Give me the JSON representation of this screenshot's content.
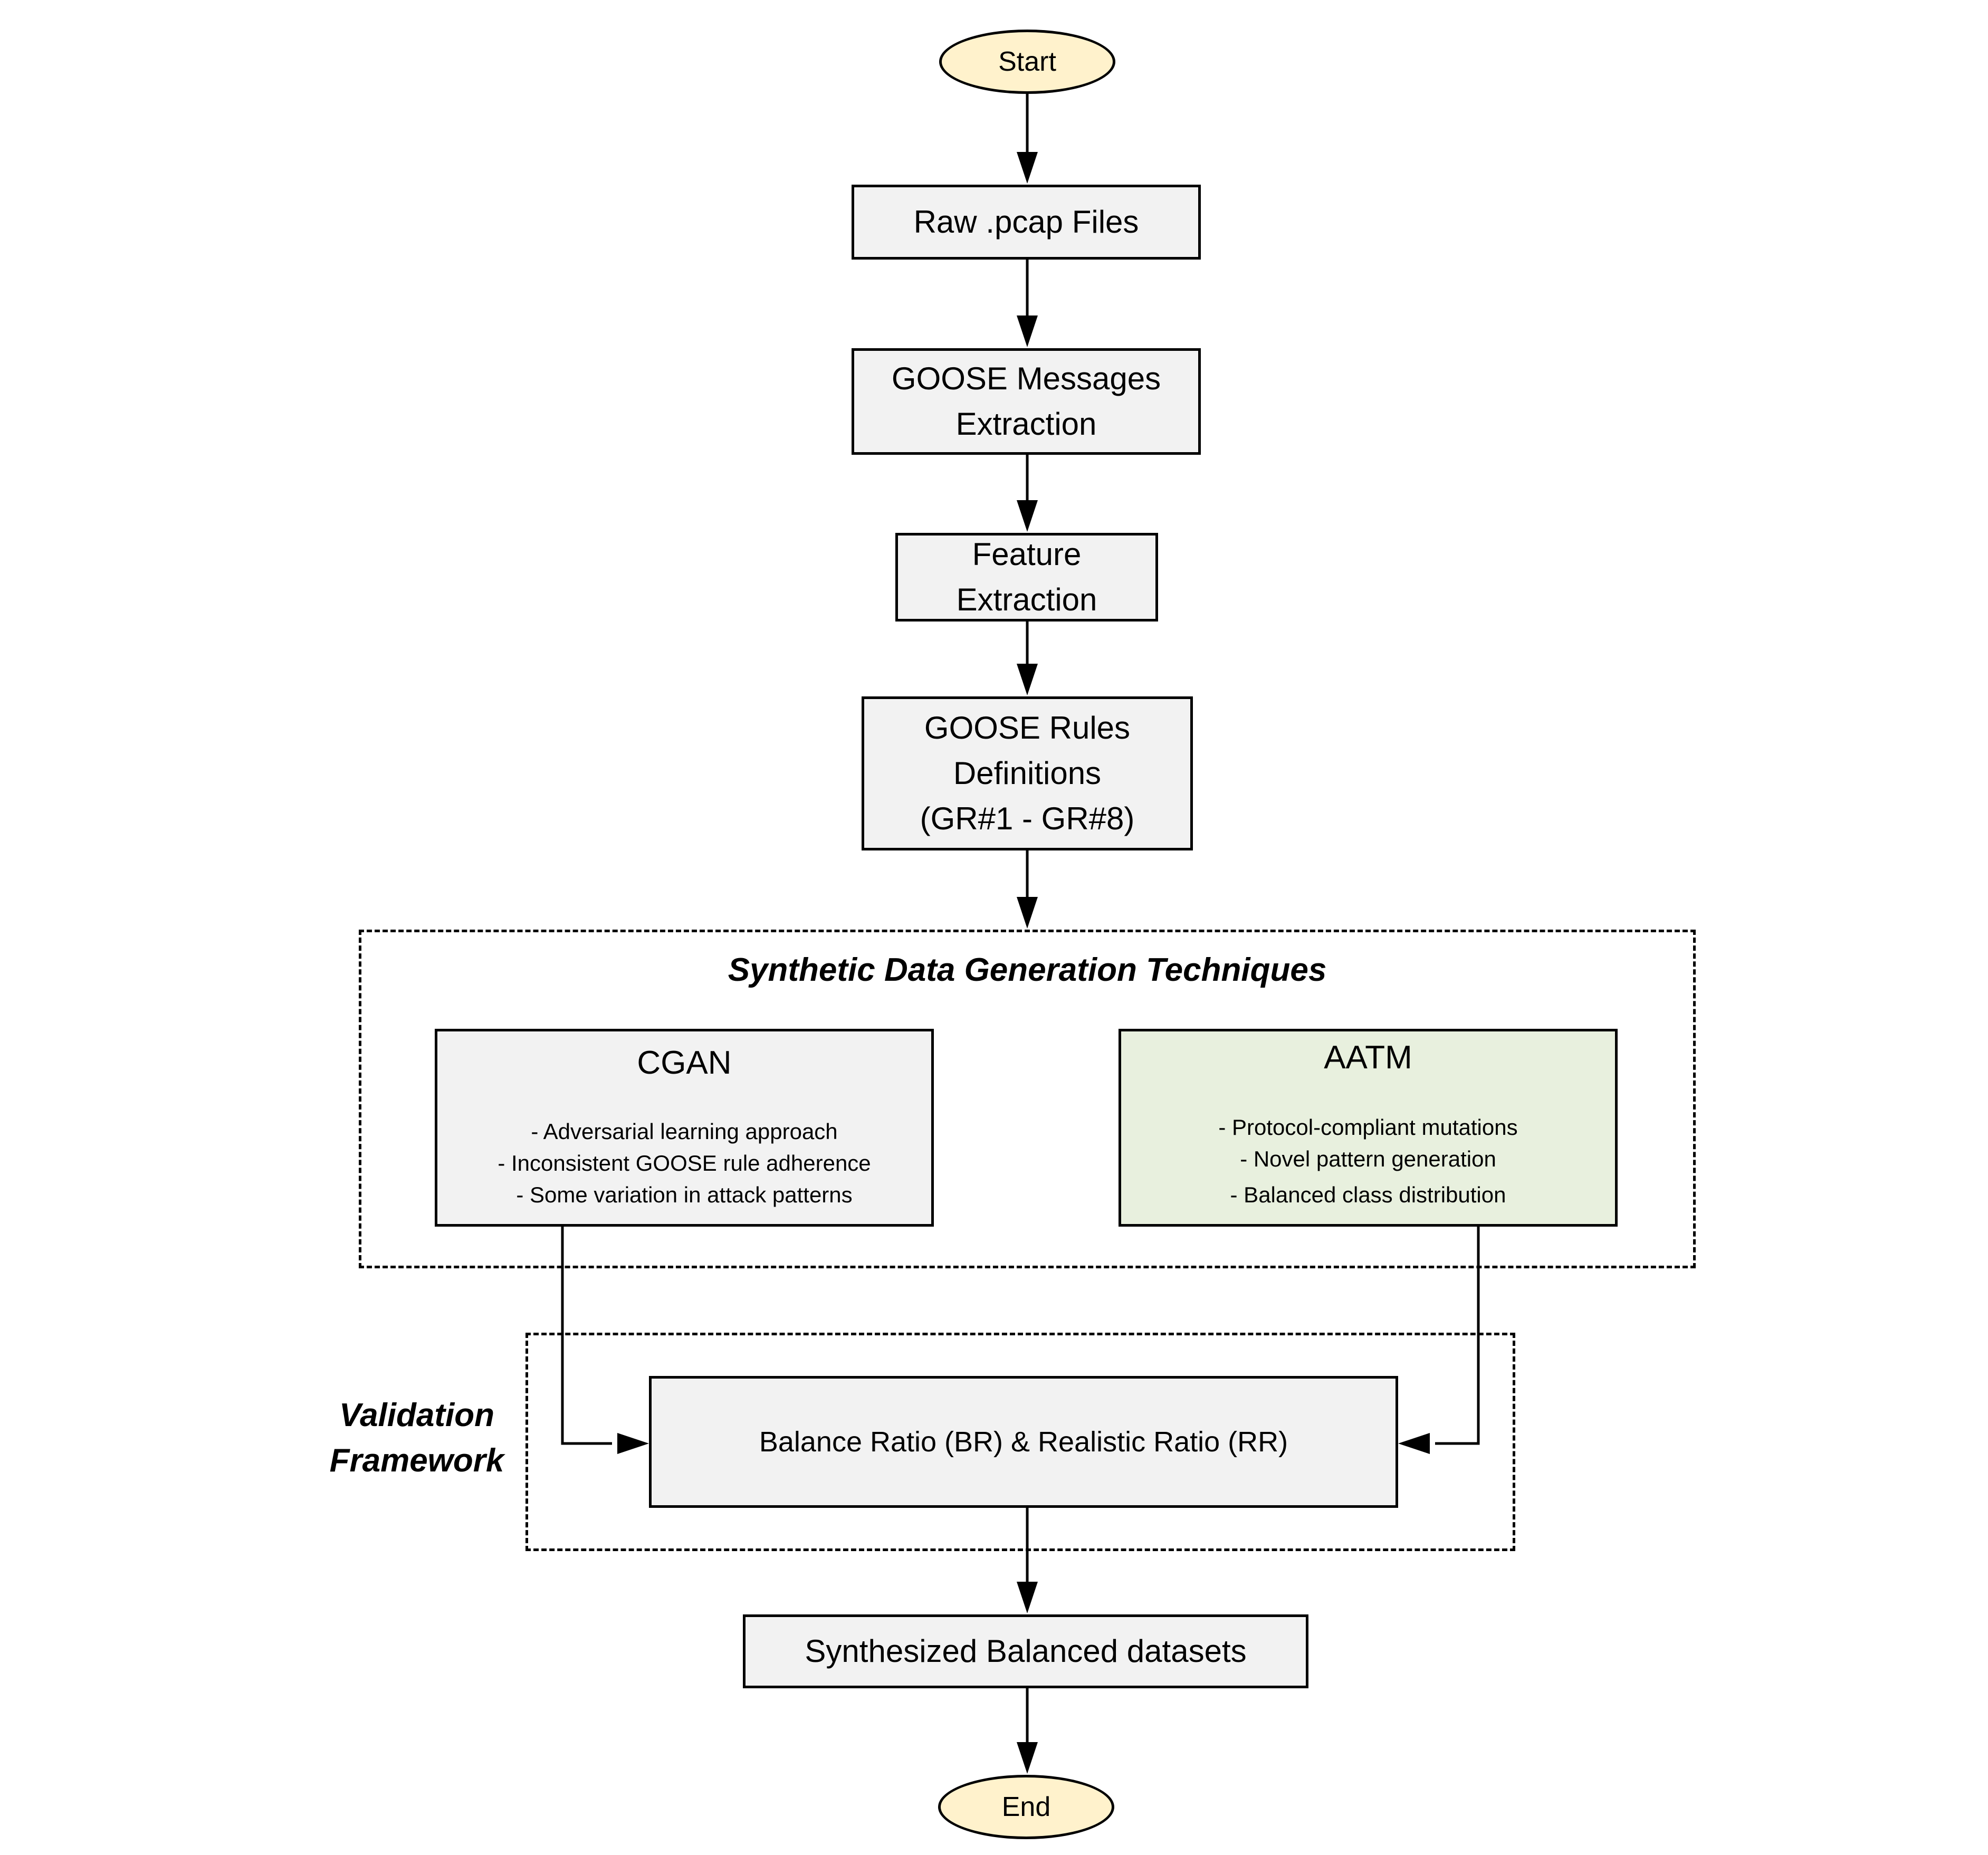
{
  "nodes": {
    "start": "Start",
    "raw": "Raw .pcap Files",
    "goose_extraction": "GOOSE Messages\nExtraction",
    "feature": "Feature\nExtraction",
    "rules": "GOOSE Rules\nDefinitions\n(GR#1 - GR#8)",
    "validation_box": "Balance Ratio (BR) & Realistic Ratio (RR)",
    "synth": "Synthesized Balanced datasets",
    "end": "End"
  },
  "groups": {
    "techniques_title": "Synthetic Data Generation Techniques",
    "validation_title": "Validation\nFramework"
  },
  "cgan": {
    "title": "CGAN",
    "bullets": [
      "- Adversarial learning approach",
      "- Inconsistent GOOSE rule adherence",
      "- Some variation in attack patterns"
    ]
  },
  "aatm": {
    "title": "AATM",
    "bullets": [
      "- Protocol-compliant mutations",
      "- Novel pattern generation",
      "- Balanced class distribution"
    ]
  },
  "colors": {
    "box_fill": "#f2f2f2",
    "terminal_fill": "#fff2cc",
    "aatm_fill": "#e8f0de"
  }
}
